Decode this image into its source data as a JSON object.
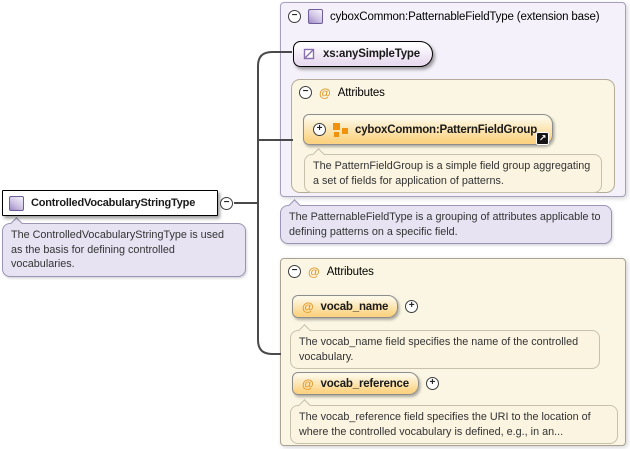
{
  "diagram": {
    "root": {
      "label": "ControlledVocabularyStringType",
      "doc": "The ControlledVocabularyStringType is used as the basis for defining controlled vocabularies."
    },
    "extension": {
      "title": "cyboxCommon:PatternableFieldType (extension base)",
      "base_type": "xs:anySimpleType",
      "attributes_title": "Attributes",
      "group_label": "cyboxCommon:PatternFieldGroup",
      "group_doc": "The PatternFieldGroup is a simple field group aggregating a set of fields for application of patterns.",
      "doc": "The PatternableFieldType is a grouping of attributes applicable to defining patterns on a specific field."
    },
    "attributes": {
      "title": "Attributes",
      "items": [
        {
          "name": "vocab_name",
          "doc": "The vocab_name field specifies the name of the controlled vocabulary."
        },
        {
          "name": "vocab_reference",
          "doc": "The vocab_reference field specifies the URI to the location of where the controlled vocabulary is defined, e.g., in an..."
        }
      ]
    }
  },
  "icons": {
    "collapse": "−",
    "expand": "+",
    "at": "@",
    "link_arrow": "↗"
  },
  "colors": {
    "accent_orange": "#FBD382",
    "panel_lavender": "#F5F1FA",
    "panel_cream": "#FBF6E3",
    "note_lavender": "#E7E3F3",
    "connector": "#4A4A4A"
  }
}
